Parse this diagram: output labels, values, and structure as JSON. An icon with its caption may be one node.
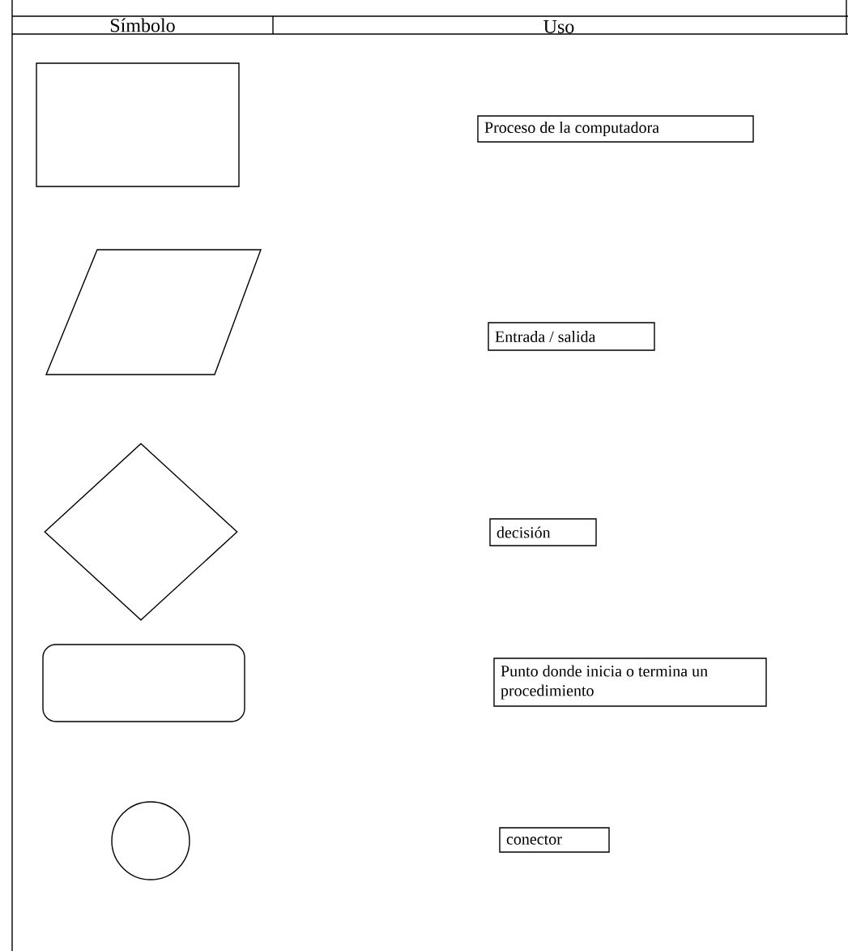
{
  "diagram": {
    "nodes": [
      {
        "text": [],
        "shape": "box"
      },
      {
        "text": [
          "Proceso de la computadora"
        ]
      },
      {
        "text": [],
        "shape": "parallelogram"
      },
      {
        "text": [
          "Entrada / salida"
        ]
      },
      {
        "text": [],
        "shape": "diamond"
      },
      {
        "text": [
          "decisión"
        ]
      },
      {
        "text": [],
        "shape": "rounded"
      },
      {
        "text": [
          "Punto donde inicia o termina un procedimiento"
        ]
      },
      {
        "text": [],
        "shape": "circle"
      },
      {
        "text": [
          "conector"
        ]
      }
    ],
    "edges": [],
    "labels": [
      "Símbolo",
      "Uso"
    ]
  }
}
